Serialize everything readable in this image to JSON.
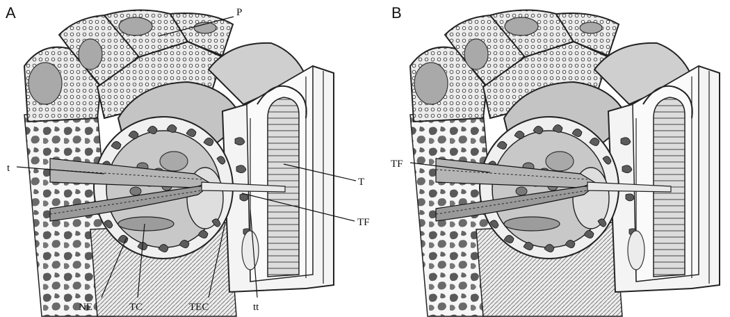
{
  "panels": [
    {
      "letter": "A",
      "labels": {
        "P": "P",
        "t": "t",
        "T": "T",
        "TF": "TF",
        "NE": "NE",
        "TC": "TC",
        "TEC": "TEC",
        "tt": "tt"
      }
    },
    {
      "letter": "B",
      "labels": {
        "TF": "TF"
      }
    }
  ]
}
